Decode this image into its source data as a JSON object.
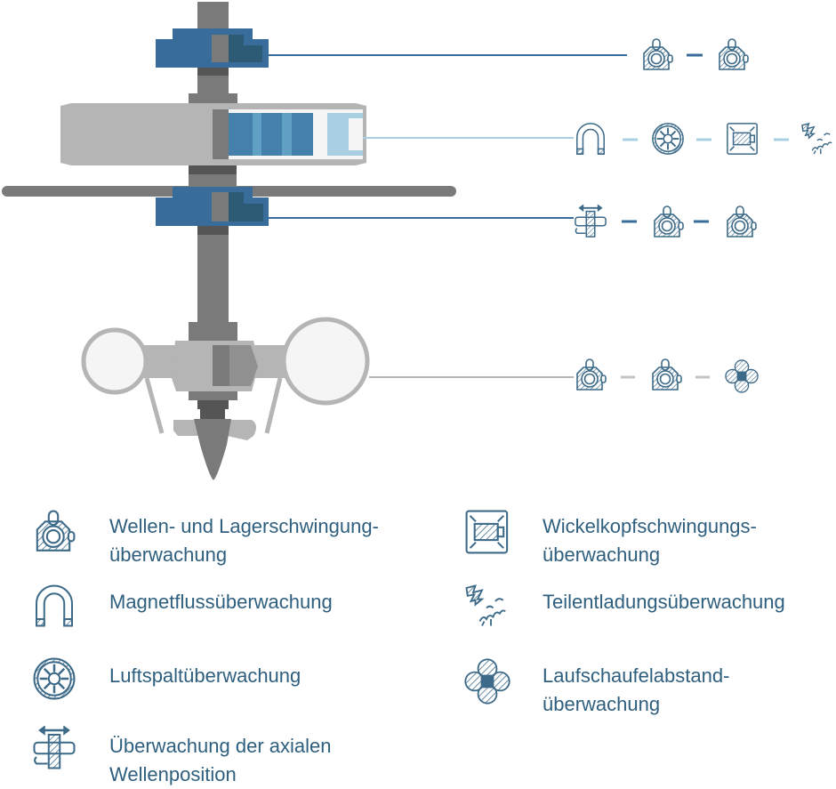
{
  "colors": {
    "bearing_blue": "#386c9a",
    "bearing_dark": "#2d5a74",
    "stator_blue": "#4580ad",
    "light_blue": "#a8d0e2",
    "shaft_grey": "#7a7a7a",
    "body_grey": "#b5b5b5",
    "icon_color": "#3d6a88",
    "text_color": "#2f5f7f"
  },
  "diagram_rows": [
    {
      "part": "upper-bearing",
      "icons": [
        "shaft-bearing-vibration-icon",
        "shaft-bearing-vibration-icon"
      ]
    },
    {
      "part": "stator",
      "icons": [
        "magnet-flux-icon",
        "air-gap-icon",
        "winding-head-icon",
        "partial-discharge-icon"
      ]
    },
    {
      "part": "lower-bearing",
      "icons": [
        "axial-position-icon",
        "shaft-bearing-vibration-icon",
        "shaft-bearing-vibration-icon"
      ]
    },
    {
      "part": "turbine-hub",
      "icons": [
        "shaft-bearing-vibration-icon",
        "shaft-bearing-vibration-icon",
        "blade-clearance-icon"
      ]
    }
  ],
  "legend": {
    "items": [
      {
        "icon": "shaft-bearing-vibration-icon",
        "line1": "Wellen- und Lagerschwingung-",
        "line2": "überwachung"
      },
      {
        "icon": "magnet-flux-icon",
        "line1": "Magnetflussüberwachung",
        "line2": ""
      },
      {
        "icon": "air-gap-icon",
        "line1": "Luftspaltüberwachung",
        "line2": ""
      },
      {
        "icon": "axial-position-icon",
        "line1": "Überwachung der axialen",
        "line2": "Wellenposition"
      },
      {
        "icon": "winding-head-icon",
        "line1": "Wickelkopfschwingungs-",
        "line2": "überwachung"
      },
      {
        "icon": "partial-discharge-icon",
        "line1": "Teilentladungsüberwachung",
        "line2": ""
      },
      {
        "icon": "blade-clearance-icon",
        "line1": "Laufschaufelabstand-",
        "line2": "überwachung"
      }
    ]
  }
}
